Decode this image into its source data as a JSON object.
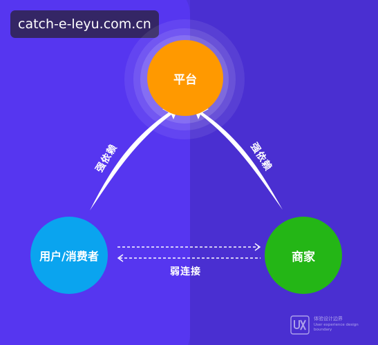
{
  "watermark": {
    "text": "catch-e-leyu.com.cn"
  },
  "nodes": {
    "platform": "平台",
    "user": "用户/消费者",
    "merchant": "商家"
  },
  "relations": {
    "user_to_platform": "强依赖",
    "merchant_to_platform": "强依赖",
    "user_merchant": "弱连接"
  },
  "logo": {
    "title": "体验设计边界",
    "subtitle": "User experience design boundary"
  },
  "colors": {
    "background": "#4f33df",
    "platform": "#ff9900",
    "user": "#0aa4ef",
    "merchant": "#24b616",
    "arrow": "#ffffff"
  }
}
